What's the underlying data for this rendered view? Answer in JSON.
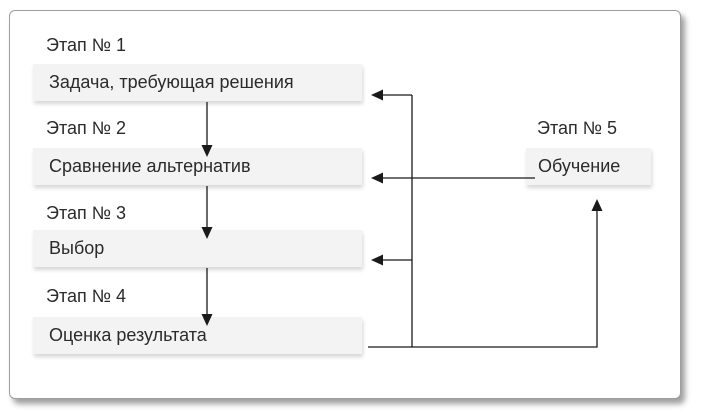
{
  "diagram": {
    "language": "ru",
    "stages": [
      {
        "id": "stage-1",
        "label": "Этап № 1",
        "box": "Задача, требующая решения"
      },
      {
        "id": "stage-2",
        "label": "Этап № 2",
        "box": "Сравнение альтернатив"
      },
      {
        "id": "stage-3",
        "label": "Этап № 3",
        "box": "Выбор"
      },
      {
        "id": "stage-4",
        "label": "Этап № 4",
        "box": "Оценка результата"
      },
      {
        "id": "stage-5",
        "label": "Этап № 5",
        "box": "Обучение"
      }
    ],
    "connections": [
      {
        "from": "stage-1",
        "to": "stage-2",
        "type": "forward-down-arrow"
      },
      {
        "from": "stage-2",
        "to": "stage-3",
        "type": "forward-down-arrow"
      },
      {
        "from": "stage-3",
        "to": "stage-4",
        "type": "forward-down-arrow"
      },
      {
        "from": "stage-4",
        "to": "stage-5",
        "type": "feedback-up-arrow"
      },
      {
        "from": "stage-5",
        "to": "stage-1",
        "type": "feedback-left-arrow"
      },
      {
        "from": "stage-5",
        "to": "stage-2",
        "type": "feedback-left-arrow"
      },
      {
        "from": "stage-5",
        "to": "stage-3",
        "type": "feedback-left-arrow"
      }
    ],
    "colors": {
      "box_fill": "#f3f3f3",
      "line": "#1a1a1a",
      "text": "#2b2b2b",
      "frame_border": "#9e9e9e",
      "background": "#ffffff"
    }
  }
}
